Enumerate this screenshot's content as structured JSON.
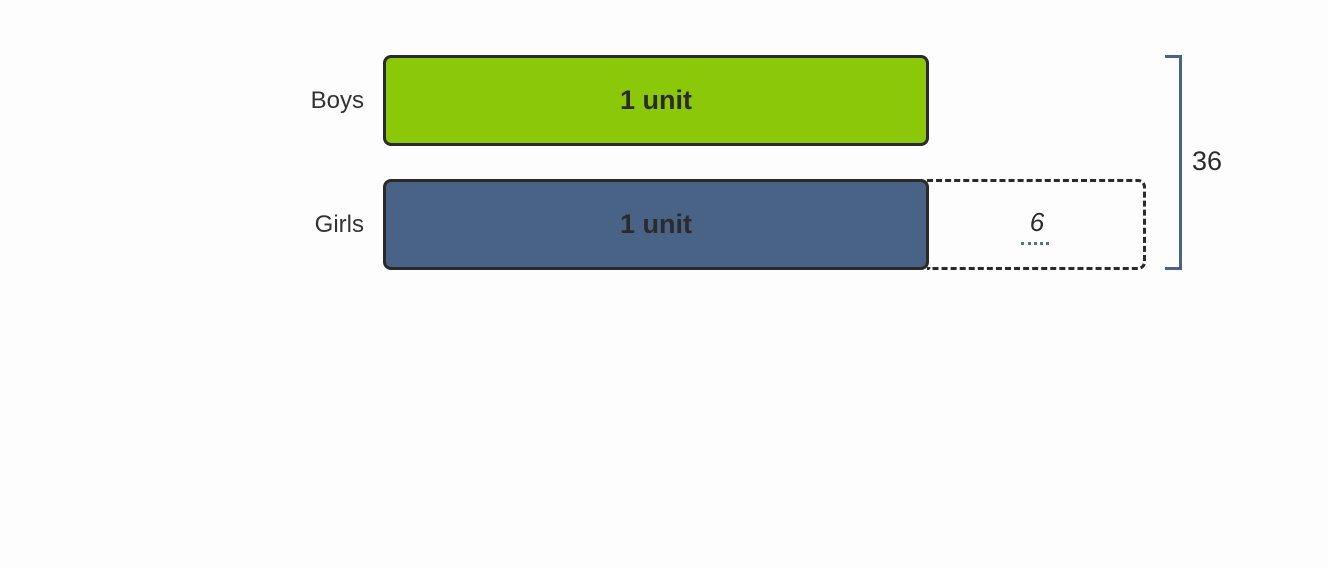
{
  "rows": [
    {
      "label": "Boys",
      "bar_text": "1 unit",
      "color": "#8bc80a"
    },
    {
      "label": "Girls",
      "bar_text": "1 unit",
      "color": "#486385",
      "extra_text": "6"
    }
  ],
  "total": "36",
  "colors": {
    "outline": "#2a2a2a",
    "bracket": "#4a6286",
    "background": "#fdfdfd"
  }
}
